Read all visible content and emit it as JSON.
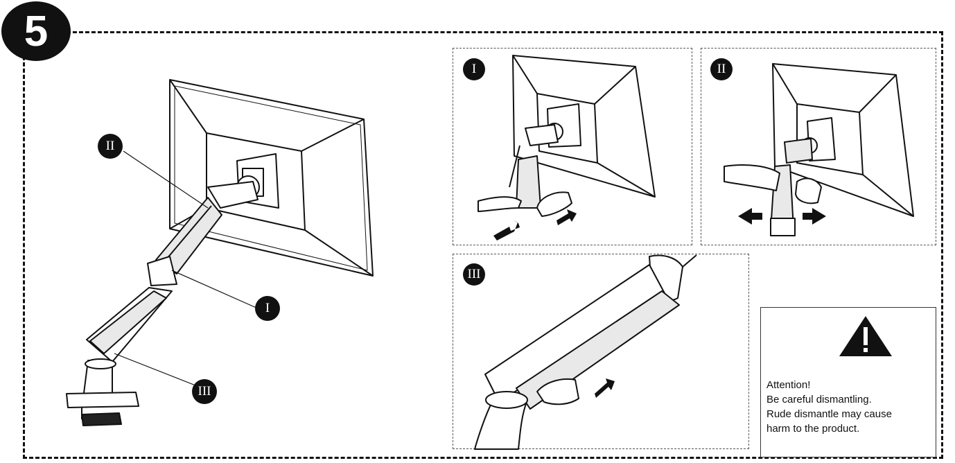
{
  "step": {
    "number": "5"
  },
  "labels": {
    "main_callout_1": "I",
    "main_callout_2": "II",
    "main_callout_3": "III",
    "panel_1": "I",
    "panel_2": "II",
    "panel_3": "III"
  },
  "warning": {
    "icon": "warning-triangle-icon",
    "line1": "Attention!",
    "line2": "Be careful dismantling.",
    "line3": "Rude dismantle may cause",
    "line4": "harm to the product."
  },
  "colors": {
    "ink": "#111111",
    "paper": "#ffffff",
    "cover": "#e9e9e9"
  }
}
